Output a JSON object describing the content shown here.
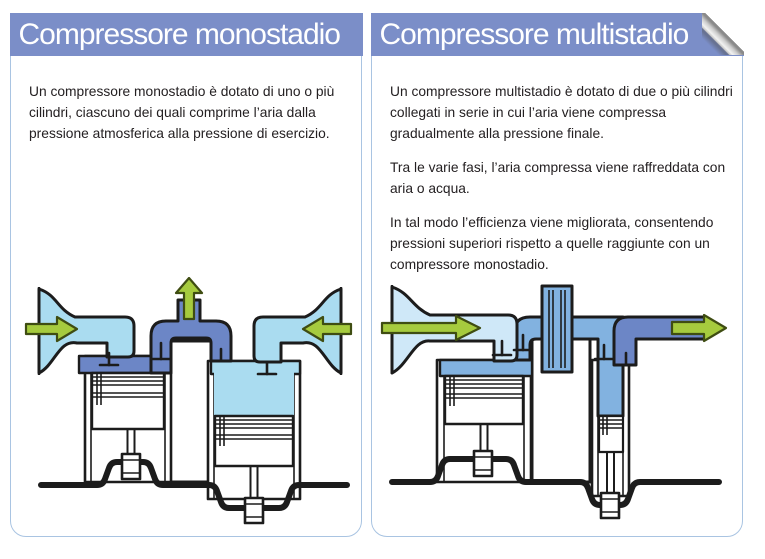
{
  "colors": {
    "header_bg": "#7b8ec8",
    "header_text": "#ffffff",
    "panel_border": "#a9c4e2",
    "body_text": "#242022",
    "light_blue": "#aadcf0",
    "lighter_blue": "#cfe8f8",
    "medium_blue": "#82b2e0",
    "dark_blue": "#6c86c6",
    "arrow_green": "#a6cb3e",
    "arrow_outline": "#3f4d12",
    "line_black": "#1c1c1c",
    "page_bg": "#ffffff"
  },
  "panels": [
    {
      "title": "Compressore monostadio",
      "paragraphs": [
        "Un compressore monostadio è dotato di uno o più cilindri, ciascuno dei quali comprime l’aria dalla pressione atmosferica alla pressione di esercizio."
      ],
      "diagram": {
        "label": "single-stage reciprocating compressor schematic",
        "parts": [
          "left intake funnel",
          "right intake funnel",
          "left cylinder with piston",
          "right cylinder with piston",
          "discharge manifold",
          "crankshaft"
        ],
        "arrows": [
          {
            "name": "intake-arrow-left",
            "direction": "right"
          },
          {
            "name": "intake-arrow-right",
            "direction": "left"
          },
          {
            "name": "discharge-arrow-top",
            "direction": "up"
          }
        ]
      }
    },
    {
      "title": "Compressore multistadio",
      "paragraphs": [
        "Un compressore multistadio è dotato di due o più cilindri collegati in serie in cui l’aria viene compressa gradualmente alla pressione finale.",
        "Tra le varie fasi, l’aria compressa viene raffreddata con aria o acqua.",
        "In tal modo l’efficienza viene migliorata, consentendo pressioni superiori rispetto a quelle raggiunte con un compressore monostadio."
      ],
      "diagram": {
        "label": "two-stage reciprocating compressor schematic with intercooler",
        "parts": [
          "intake funnel",
          "first-stage cylinder with piston",
          "intercooler",
          "second-stage cylinder with piston",
          "discharge pipe",
          "crankshaft"
        ],
        "arrows": [
          {
            "name": "intake-arrow",
            "direction": "right"
          },
          {
            "name": "discharge-arrow",
            "direction": "right"
          }
        ]
      }
    }
  ]
}
